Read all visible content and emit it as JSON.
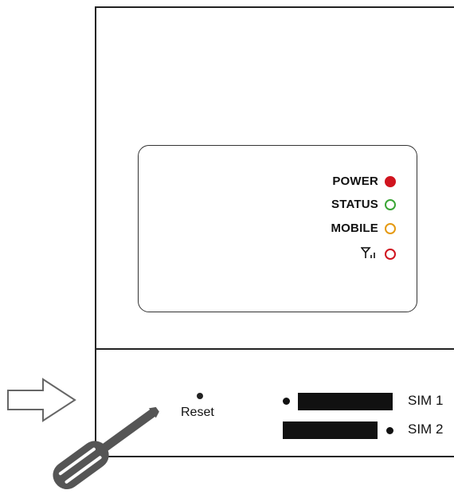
{
  "leds": [
    {
      "label": "POWER",
      "state": "on",
      "color": "#d0141f"
    },
    {
      "label": "STATUS",
      "state": "off",
      "color": "#3aa535"
    },
    {
      "label": "MOBILE",
      "state": "off",
      "color": "#e59a12"
    },
    {
      "label": "",
      "icon": "signal-strength-icon",
      "state": "off",
      "color": "#d0141f"
    }
  ],
  "reset": {
    "label": "Reset"
  },
  "sims": [
    {
      "label": "SIM 1"
    },
    {
      "label": "SIM 2"
    }
  ],
  "pointer_icon": "arrow-right-outline-icon",
  "tool_icon": "screwdriver-icon"
}
